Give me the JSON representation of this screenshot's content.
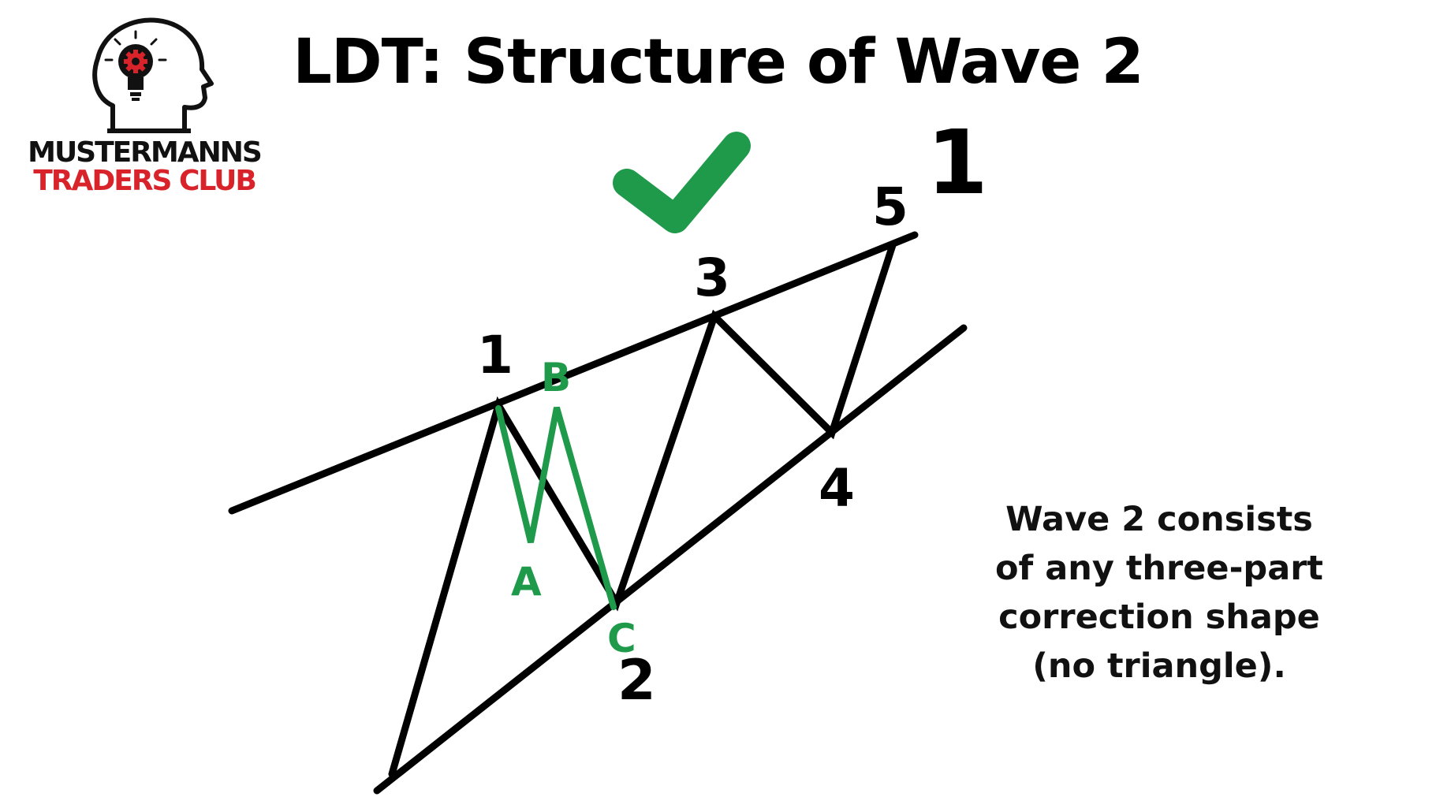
{
  "title": "LDT: Structure of Wave 2",
  "logo": {
    "line1": "MUSTERMANNS",
    "line2": "TRADERS CLUB",
    "icon": "head-lightbulb-gear-icon",
    "colors": {
      "text": "#111111",
      "accent": "#d8232a"
    }
  },
  "check_icon": "checkmark-icon",
  "degree_label": "1",
  "wave_labels": [
    "1",
    "2",
    "3",
    "4",
    "5"
  ],
  "correction_labels": [
    "A",
    "B",
    "C"
  ],
  "description_lines": [
    "Wave 2 consists",
    "of any three-part",
    "correction shape",
    "(no triangle)."
  ],
  "colors": {
    "wave": "#000000",
    "correction": "#1f9a4a",
    "check": "#1f9a4a"
  }
}
